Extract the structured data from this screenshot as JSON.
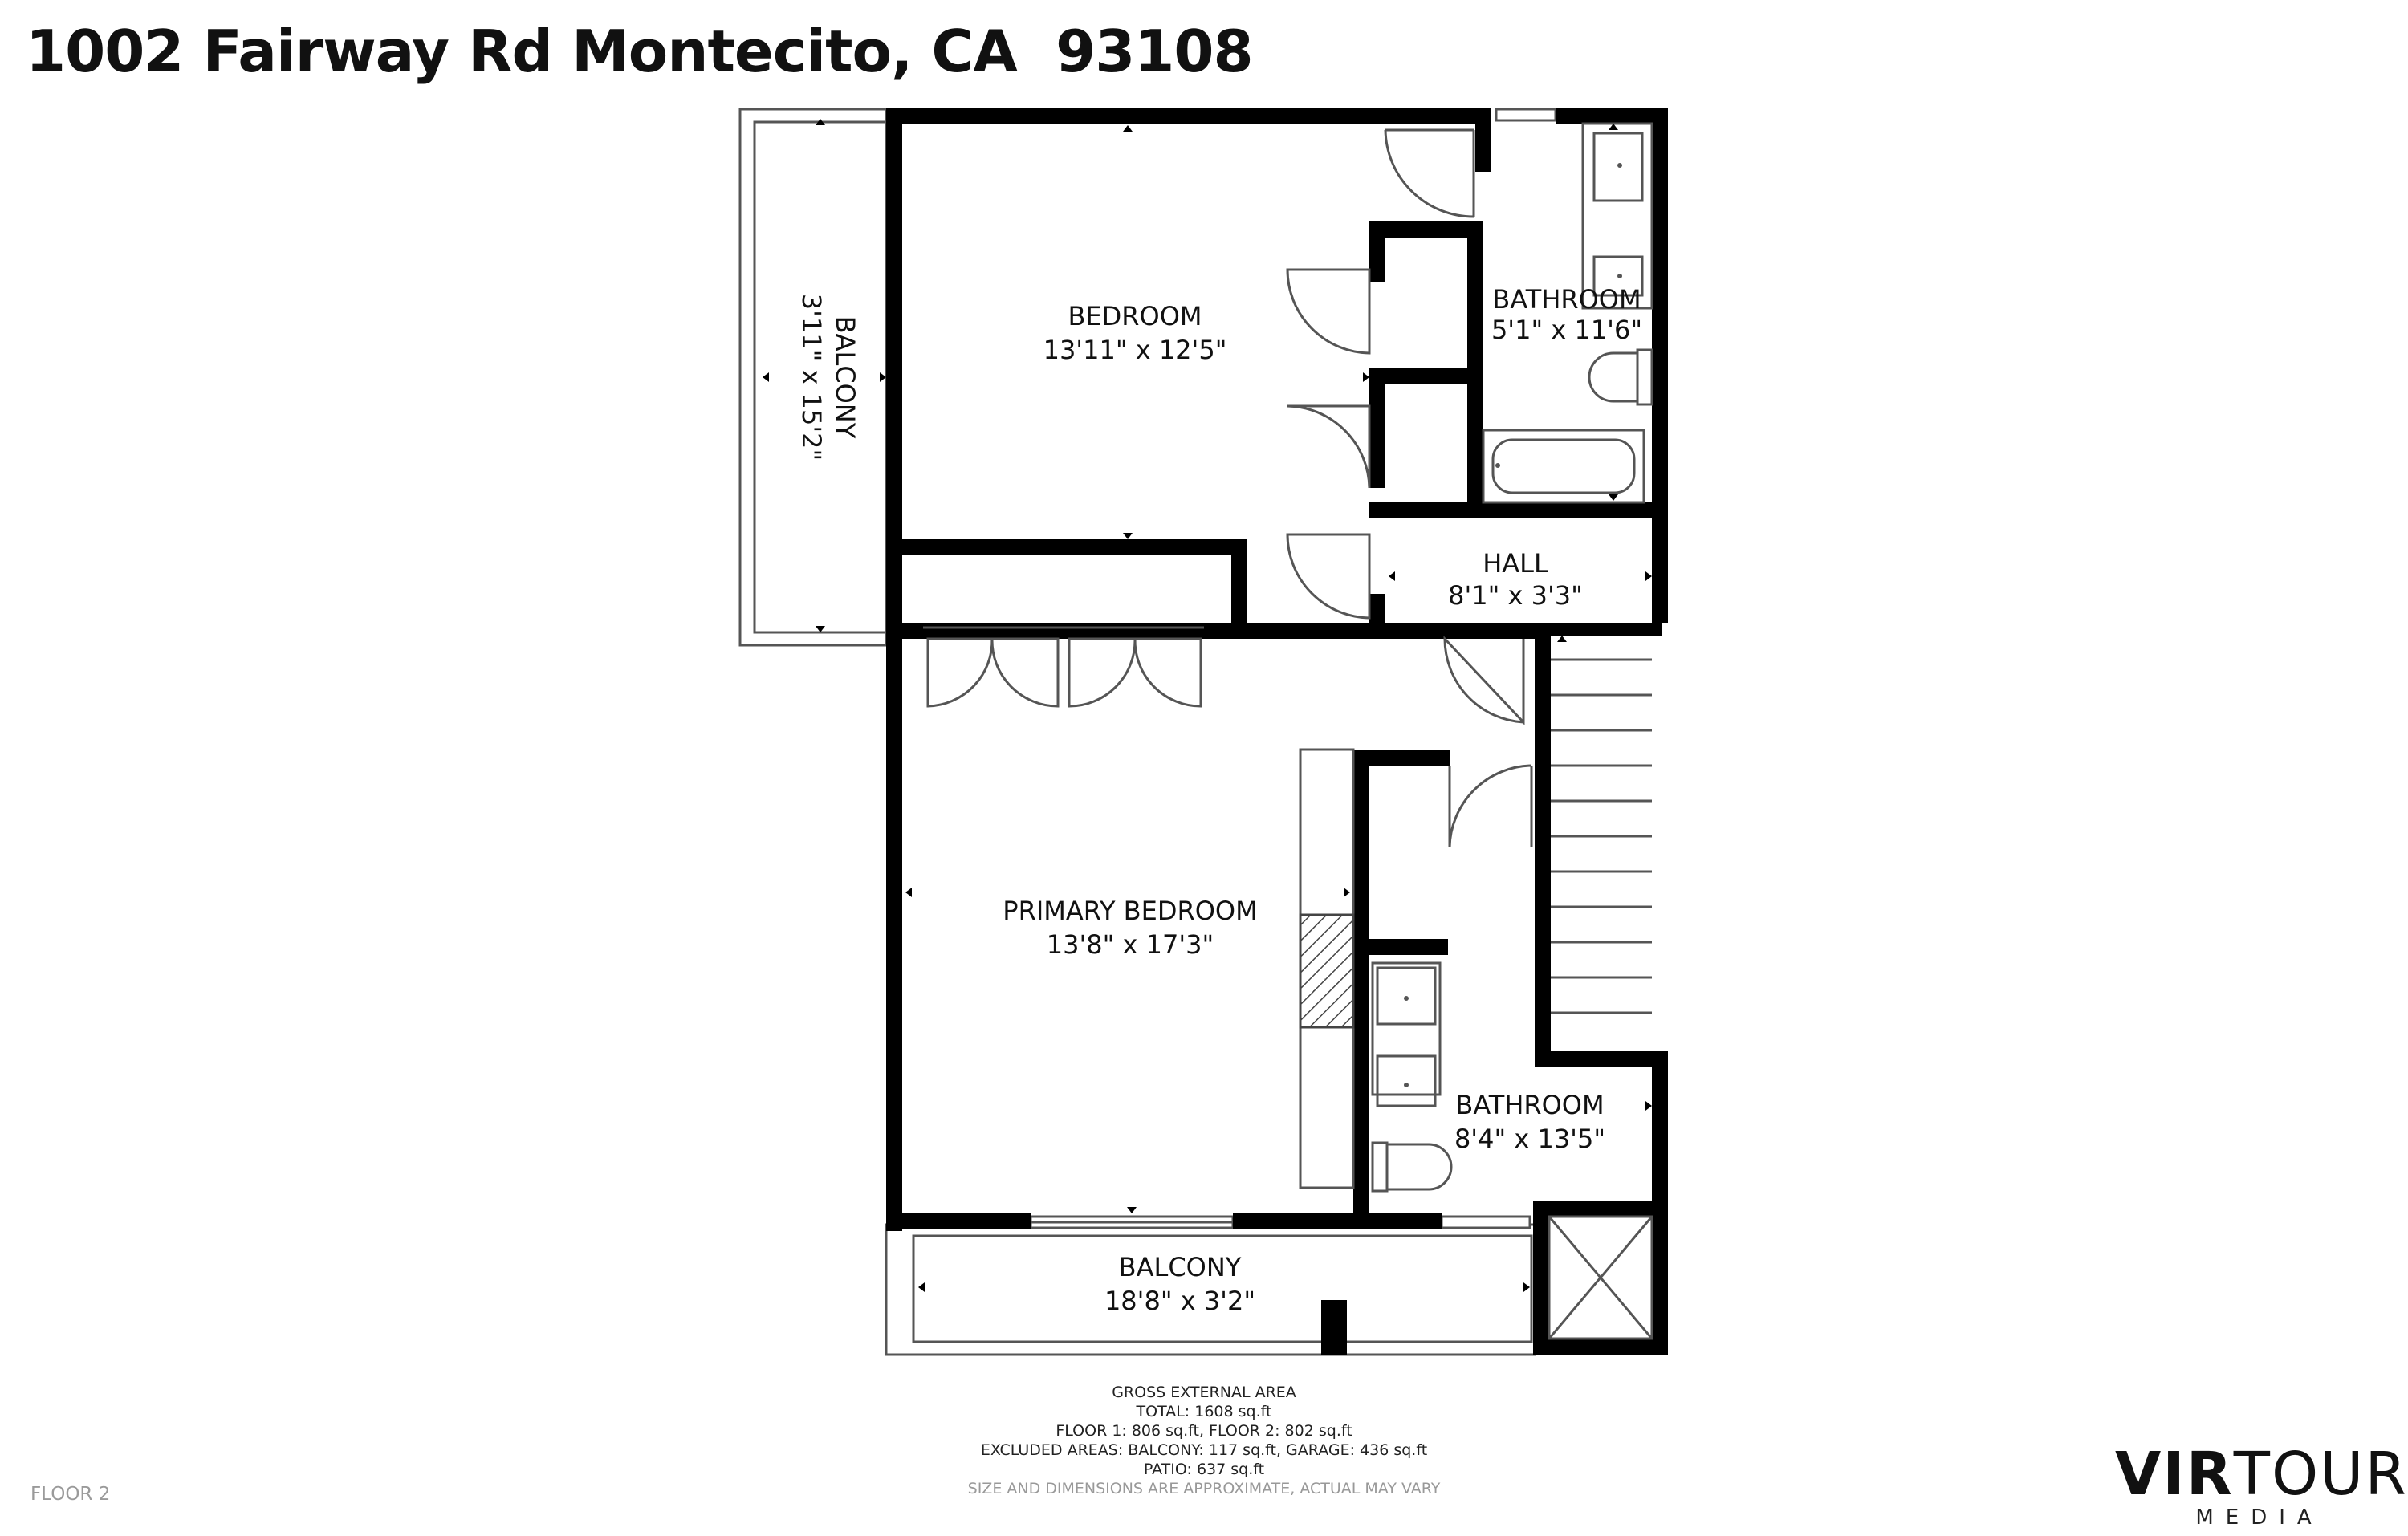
{
  "header": {
    "address": "1002 Fairway Rd Montecito, CA  93108"
  },
  "rooms": {
    "bedroom": {
      "name": "BEDROOM",
      "dims": "13'11\" x 12'5\""
    },
    "bathroom_upper": {
      "name": "BATHROOM",
      "dims": "5'1\" x 11'6\""
    },
    "balcony_side": {
      "name": "BALCONY",
      "dims": "3'11\" x 15'2\""
    },
    "hall": {
      "name": "HALL",
      "dims": "8'1\" x 3'3\""
    },
    "primary_bedroom": {
      "name": "PRIMARY BEDROOM",
      "dims": "13'8\" x 17'3\""
    },
    "bathroom_lower": {
      "name": "BATHROOM",
      "dims": "8'4\" x 13'5\""
    },
    "balcony_bottom": {
      "name": "BALCONY",
      "dims": "18'8\" x 3'2\""
    }
  },
  "area": {
    "heading": "GROSS EXTERNAL AREA",
    "total": "TOTAL: 1608 sq.ft",
    "floors": "FLOOR 1: 806 sq.ft, FLOOR 2: 802 sq.ft",
    "excluded": "EXCLUDED AREAS: BALCONY: 117 sq.ft, GARAGE: 436 sq.ft",
    "patio": "PATIO: 637 sq.ft",
    "note": "SIZE AND DIMENSIONS ARE APPROXIMATE, ACTUAL MAY VARY"
  },
  "footer": {
    "floor_label": "FLOOR 2"
  },
  "logo": {
    "brand_bold": "VIR",
    "brand_light": "TOUR",
    "sub": "MEDIA"
  },
  "colors": {
    "wall": "#000000",
    "line": "#555555",
    "hatch": "#444444"
  }
}
